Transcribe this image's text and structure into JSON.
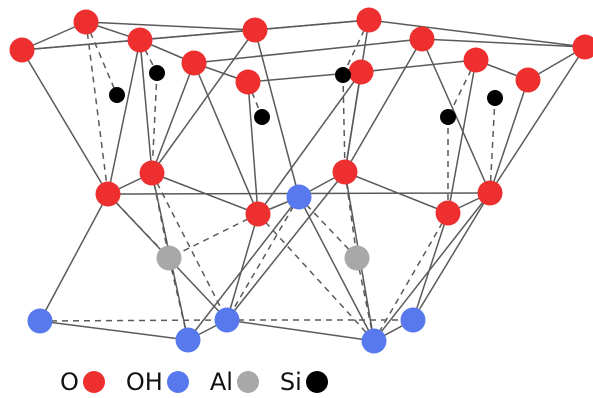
{
  "legend": [
    {
      "key": "O",
      "label": "O",
      "color": "#ee2f2f"
    },
    {
      "key": "OH",
      "label": "OH",
      "color": "#5878ee"
    },
    {
      "key": "Al",
      "label": "Al",
      "color": "#a8a8a8"
    },
    {
      "key": "Si",
      "label": "Si",
      "color": "#000000"
    }
  ]
}
